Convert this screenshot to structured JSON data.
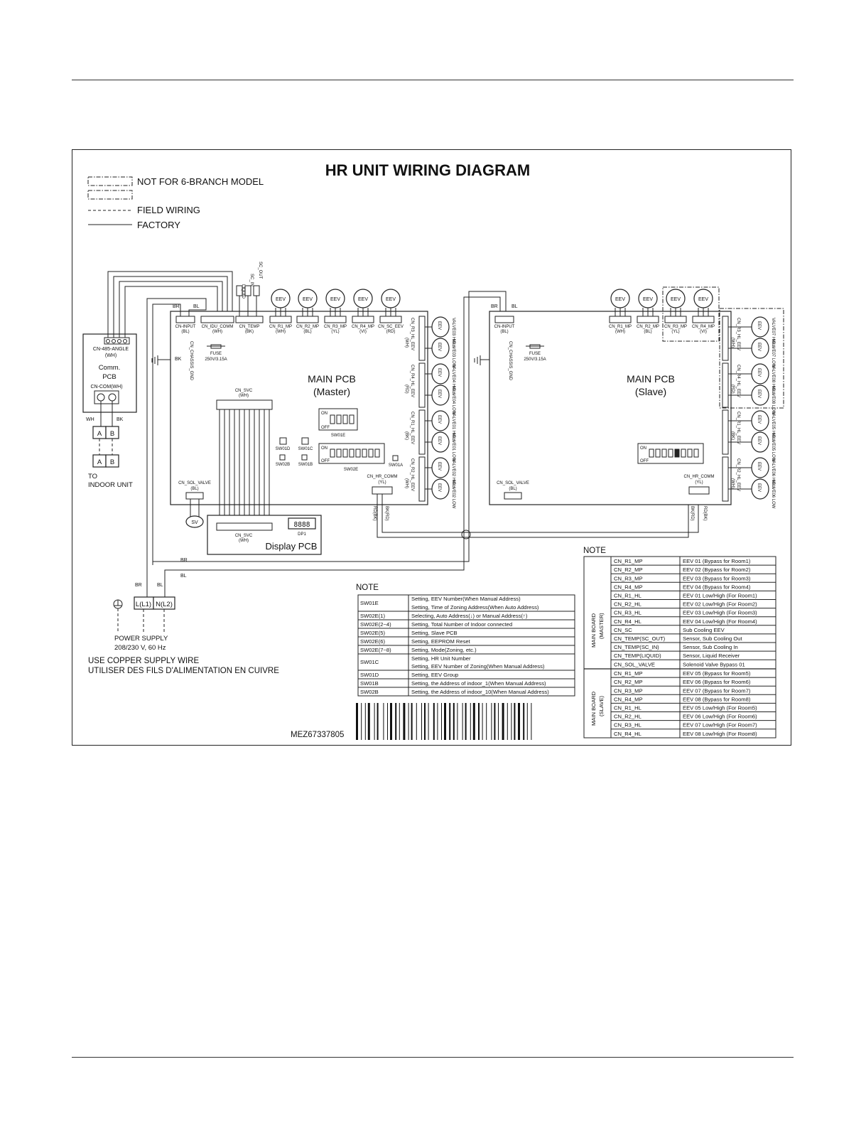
{
  "title": "HR UNIT WIRING DIAGRAM",
  "legend": {
    "not_for_6": "NOT FOR 6-BRANCH MODEL",
    "field": "FIELD WIRING",
    "factory": "FACTORY"
  },
  "comm": {
    "angle": "CN-485-ANGLE",
    "angle_color": "(WH)",
    "pcb1": "Comm.",
    "pcb2": "PCB",
    "com": "CN-COM(WH)",
    "wh": "WH",
    "bk": "BK",
    "a": "A",
    "b": "B",
    "to1": "TO",
    "to2": "INDOOR UNIT"
  },
  "master": {
    "name1": "MAIN PCB",
    "name2": "(Master)",
    "top_labels": [
      "LIQUID",
      "SC_IN",
      "SC_OUT"
    ],
    "br": "BR",
    "bl": "BL",
    "bk": "BK",
    "input": "CN-INPUT",
    "input_c": "(BL)",
    "idu": "CN_IDU_COMM",
    "idu_c": "(WH)",
    "temp": "CN_TEMP",
    "temp_c": "(BK)",
    "mp": [
      "CN_R1_MP",
      "CN_R2_MP",
      "CN_R3_MP",
      "CN_R4_MP",
      "CN_SC_EEV"
    ],
    "mp_c": [
      "(WH)",
      "(BL)",
      "(YL)",
      "(VI)",
      "(RD)"
    ],
    "eev": "EEV",
    "chassis": "CN_CHASSIS_GND",
    "fuse": "FUSE",
    "fuse_spec": "250V/3.15A",
    "svc": "CN_SVC",
    "svc_c": "(WH)",
    "sw01e": "SW01E",
    "sw02e": "SW02E",
    "sw01d": "SW01D",
    "sw01c": "SW01C",
    "sw02b": "SW02B",
    "sw01b": "SW01B",
    "sw01a": "SW01A",
    "on": "ON",
    "off": "OFF",
    "sol": "CN_SOL_VALVE",
    "sol_c": "(BL)",
    "sv": "SV",
    "hr_comm": "CN_HR_COMM",
    "hr_comm_c": "(YL)",
    "rd_bk": "RD(BK)",
    "bk_rd": "BK(RD)",
    "side": [
      "CN_R3_HL_EEV",
      "CN_R4_HL_EEV",
      "CN_R1_HL_EEV",
      "CN_R2_HL_EEV"
    ],
    "side_c": [
      "(WH)",
      "(RD)",
      "(BK)",
      "(WH)"
    ],
    "valves": [
      "VALVE03 HIGH",
      "VALVE03 LOW",
      "VALVE04 HIGH",
      "VALVE04 LOW",
      "VALVE01 HIGH",
      "VALVE01 LOW",
      "VALVE02 HIGH",
      "VALVE02 LOW"
    ]
  },
  "slave": {
    "name1": "MAIN PCB",
    "name2": "(Slave)",
    "input": "CN-INPUT",
    "input_c": "(BL)",
    "mp": [
      "CN_R1_MP",
      "CN_R2_MP",
      "CN_R3_MP",
      "CN_R4_MP"
    ],
    "mp_c": [
      "(WH)",
      "(BL)",
      "(YL)",
      "(VI)"
    ],
    "side": [
      "CN_R3_HL_EEV",
      "CN_R4_HL_EEV",
      "CN_R1_HL_EEV",
      "CN_R2_HL_EEV"
    ],
    "side_c": [
      "(WH)",
      "(RD)",
      "(BK)",
      "(WH)"
    ],
    "valves": [
      "VALVE07 HIGH",
      "VALVE07 LOW",
      "VALVE08 HIGH",
      "VALVE08 LOW",
      "VALVE05 HIGH",
      "VALVE05 LOW",
      "VALVE06 HIGH",
      "VALVE06 LOW"
    ],
    "sol": "CN_SOL_VALVE",
    "sol_c": "(BL)",
    "hr_comm": "CN_HR_COMM",
    "hr_comm_c": "(YL)",
    "bk_rd": "BK(RD)",
    "rd_bk": "RD(BK)"
  },
  "display": {
    "name": "Display PCB",
    "dp": "DP1",
    "svc": "CN_SVC",
    "svc_c": "(WH)"
  },
  "power": {
    "l": "L(L1)",
    "n": "N(L2)",
    "br": "BR",
    "bl": "BL",
    "supply": "POWER SUPPLY",
    "spec": "208/230 V, 60 Hz",
    "copper1": "USE COPPER SUPPLY WIRE",
    "copper2": "UTILISER DES FILS D'ALIMENTATION EN CUIVRE"
  },
  "note1": {
    "title": "NOTE",
    "rows": [
      {
        "sw": "SW01E",
        "desc": [
          "Setting, EEV Number(When Manual Address)",
          "Setting, Time of Zoning Address(When Auto Address)"
        ]
      },
      {
        "sw": "SW02E(1)",
        "desc": [
          "Selecting, Auto Address(↓) or Manual Address(↑)"
        ]
      },
      {
        "sw": "SW02E(2~4)",
        "desc": [
          "Setting, Total Number of Indoor connected"
        ]
      },
      {
        "sw": "SW02E(5)",
        "desc": [
          "Setting, Slave PCB"
        ]
      },
      {
        "sw": "SW02E(6)",
        "desc": [
          "Setting, EEPROM Reset"
        ]
      },
      {
        "sw": "SW02E(7~8)",
        "desc": [
          "Setting, Mode(Zoning, etc.)"
        ]
      },
      {
        "sw": "SW01C",
        "desc": [
          "Setting, HR Unit Number",
          "Setting, EEV Number of Zoning(When Manual Address)"
        ]
      },
      {
        "sw": "SW01D",
        "desc": [
          "Setting, EEV Group"
        ]
      },
      {
        "sw": "SW01B",
        "desc": [
          "Setting, the Address of indoor_1(When Manual Address)"
        ]
      },
      {
        "sw": "SW02B",
        "desc": [
          "Setting, the Address of indoor_10(When Manual Address)"
        ]
      }
    ]
  },
  "note2": {
    "title": "NOTE",
    "master_label": [
      "MAIN BOARD",
      "(MASTER)"
    ],
    "slave_label": [
      "MAIN BOARD",
      "(SLAVE)"
    ],
    "master_rows": [
      [
        "CN_R1_MP",
        "EEV 01 (Bypass for Room1)"
      ],
      [
        "CN_R2_MP",
        "EEV 02 (Bypass for Room2)"
      ],
      [
        "CN_R3_MP",
        "EEV 03 (Bypass for Room3)"
      ],
      [
        "CN_R4_MP",
        "EEV 04 (Bypass for Room4)"
      ],
      [
        "CN_R1_HL",
        "EEV 01 Low/High (For Room1)"
      ],
      [
        "CN_R2_HL",
        "EEV 02 Low/High (For Room2)"
      ],
      [
        "CN_R3_HL",
        "EEV 03 Low/High (For Room3)"
      ],
      [
        "CN_R4_HL",
        "EEV 04 Low/High (For Room4)"
      ],
      [
        "CN_SC",
        "Sub Cooling EEV"
      ],
      [
        "CN_TEMP(SC_OUT)",
        "Sensor, Sub Cooling Out"
      ],
      [
        "CN_TEMP(SC_IN)",
        "Sensor, Sub Cooling In"
      ],
      [
        "CN_TEMP(LIQUID)",
        "Sensor, Liquid Receiver"
      ],
      [
        "CN_SOL_VALVE",
        "Solenoid Valve Bypass 01"
      ]
    ],
    "slave_rows": [
      [
        "CN_R1_MP",
        "EEV 05 (Bypass for Room5)"
      ],
      [
        "CN_R2_MP",
        "EEV 06 (Bypass for Room6)"
      ],
      [
        "CN_R3_MP",
        "EEV 07 (Bypass for Room7)"
      ],
      [
        "CN_R4_MP",
        "EEV 08 (Bypass for Room8)"
      ],
      [
        "CN_R1_HL",
        "EEV 05 Low/High (For Room5)"
      ],
      [
        "CN_R2_HL",
        "EEV 06 Low/High (For Room6)"
      ],
      [
        "CN_R3_HL",
        "EEV 07 Low/High (For Room7)"
      ],
      [
        "CN_R4_HL",
        "EEV 08 Low/High (For Room8)"
      ]
    ]
  },
  "barcode": "MEZ67337805"
}
